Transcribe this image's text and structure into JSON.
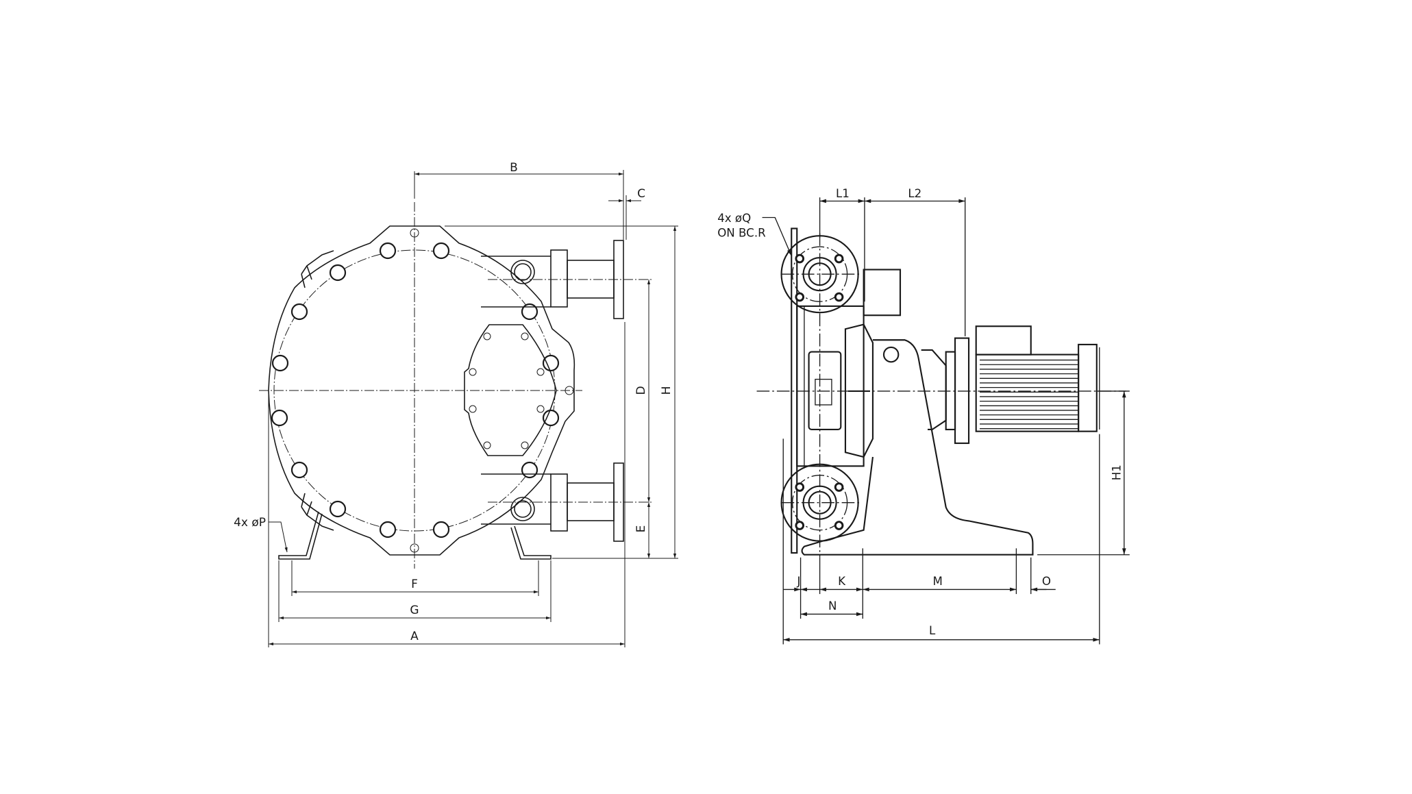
{
  "drawing": {
    "front_view": {
      "dimensions": {
        "A": "A",
        "B": "B",
        "C": "C",
        "D": "D",
        "E": "E",
        "F": "F",
        "G": "G",
        "H": "H"
      },
      "foot_hole_note": "4x øP"
    },
    "side_view": {
      "dimensions": {
        "L": "L",
        "L1": "L1",
        "L2": "L2",
        "H1": "H1",
        "J": "J",
        "K": "K",
        "M": "M",
        "N": "N",
        "O": "O"
      },
      "flange_hole_note_line1": "4x øQ",
      "flange_hole_note_line2": "ON BC.R"
    },
    "line_color": "#1a1a1a",
    "background": "#ffffff"
  }
}
